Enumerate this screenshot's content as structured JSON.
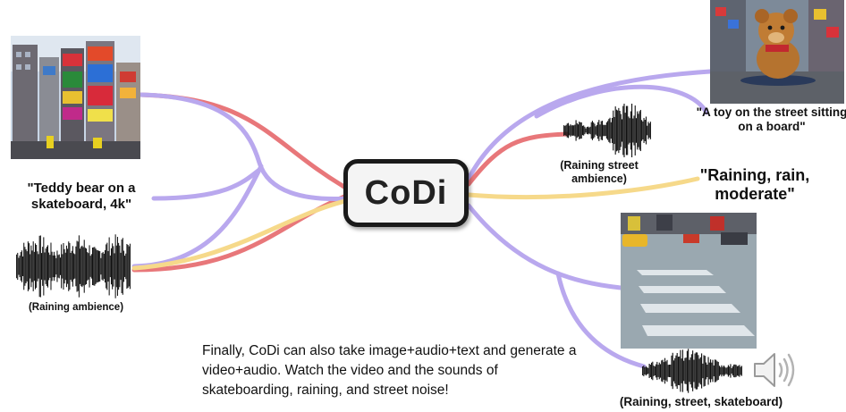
{
  "center": {
    "title": "CoDi"
  },
  "inputs": {
    "text_prompt": "\"Teddy bear on a skateboard, 4k\"",
    "audio_label": "(Raining ambience)"
  },
  "outputs": {
    "image_caption": "\"A toy on the street sitting on a board\"",
    "audio_label": "(Raining street ambience)",
    "text_output": "\"Raining, rain, moderate\"",
    "video_audio_label": "(Raining, street, skateboard)"
  },
  "caption": "Finally, CoDi can also take image+audio+text and generate a video+audio. Watch the video and the sounds of skateboarding, raining, and street noise!",
  "colors": {
    "image_wire": "#e8777a",
    "text_wire": "#b9a8ee",
    "audio_wire": "#f6d98a"
  },
  "icons": [
    "times-square-image",
    "teddy-bear-image",
    "street-video-frame",
    "waveform-icon",
    "speaker-icon"
  ]
}
